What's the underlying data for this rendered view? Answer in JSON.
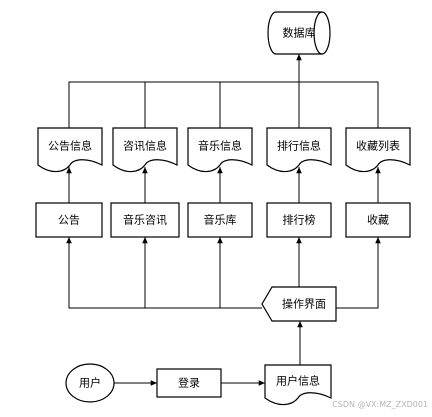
{
  "nodes": [
    {
      "id": "database",
      "label": "数据库",
      "shape": "cylinder"
    },
    {
      "id": "doc-announcement",
      "label": "公告信息",
      "shape": "document"
    },
    {
      "id": "doc-consult",
      "label": "咨讯信息",
      "shape": "document"
    },
    {
      "id": "doc-music",
      "label": "音乐信息",
      "shape": "document"
    },
    {
      "id": "doc-ranking",
      "label": "排行信息",
      "shape": "document"
    },
    {
      "id": "doc-favorites",
      "label": "收藏列表",
      "shape": "document"
    },
    {
      "id": "mod-announcement",
      "label": "公告",
      "shape": "rect"
    },
    {
      "id": "mod-music-consult",
      "label": "音乐咨讯",
      "shape": "rect"
    },
    {
      "id": "mod-music-lib",
      "label": "音乐库",
      "shape": "rect"
    },
    {
      "id": "mod-ranking",
      "label": "排行榜",
      "shape": "rect"
    },
    {
      "id": "mod-favorites",
      "label": "收藏",
      "shape": "rect"
    },
    {
      "id": "ui",
      "label": "操作界面",
      "shape": "pentagon"
    },
    {
      "id": "user",
      "label": "用户",
      "shape": "ellipse"
    },
    {
      "id": "login",
      "label": "登录",
      "shape": "rect"
    },
    {
      "id": "user-info",
      "label": "用户信息",
      "shape": "document"
    }
  ],
  "edges": [
    {
      "from": "user",
      "to": "login"
    },
    {
      "from": "login",
      "to": "user-info"
    },
    {
      "from": "user-info",
      "to": "ui"
    },
    {
      "from": "ui",
      "to": "mod-announcement"
    },
    {
      "from": "ui",
      "to": "mod-music-consult"
    },
    {
      "from": "ui",
      "to": "mod-music-lib"
    },
    {
      "from": "ui",
      "to": "mod-ranking"
    },
    {
      "from": "ui",
      "to": "mod-favorites"
    },
    {
      "from": "mod-announcement",
      "to": "doc-announcement"
    },
    {
      "from": "mod-music-consult",
      "to": "doc-consult"
    },
    {
      "from": "mod-music-lib",
      "to": "doc-music"
    },
    {
      "from": "mod-ranking",
      "to": "doc-ranking"
    },
    {
      "from": "mod-favorites",
      "to": "doc-favorites"
    },
    {
      "from": "doc-announcement",
      "to": "database"
    },
    {
      "from": "doc-consult",
      "to": "database"
    },
    {
      "from": "doc-music",
      "to": "database"
    },
    {
      "from": "doc-ranking",
      "to": "database"
    },
    {
      "from": "doc-favorites",
      "to": "database"
    }
  ],
  "watermark": "CSDN @VX:MZ_ZXD001"
}
